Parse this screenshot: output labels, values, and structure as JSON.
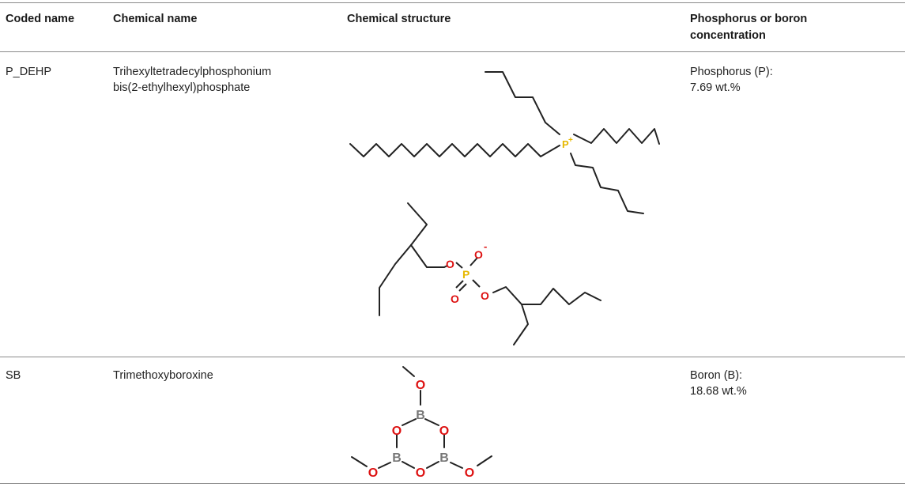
{
  "table": {
    "headers": {
      "coded_name": "Coded name",
      "chemical_name": "Chemical name",
      "chemical_structure": "Chemical structure",
      "concentration_line1": "Phosphorus or boron",
      "concentration_line2": "concentration"
    },
    "rows": [
      {
        "coded_name": "P_DEHP",
        "chemical_name_line1": "Trihexyltetradecylphosphonium",
        "chemical_name_line2": "bis(2-ethylhexyl)phosphate",
        "concentration_line1": "Phosphorus (P):",
        "concentration_line2": "7.69 wt.%"
      },
      {
        "coded_name": "SB",
        "chemical_name_line1": "Trimethoxyboroxine",
        "concentration_line1": "Boron (B):",
        "concentration_line2": "18.68 wt.%"
      }
    ]
  },
  "structures": {
    "cation": {
      "atom": "P",
      "charge": "+"
    },
    "anion": {
      "phosphorus": "P",
      "oxygen": "O",
      "charge": "-"
    },
    "boroxine": {
      "oxygen": "O",
      "boron": "B"
    }
  },
  "colors": {
    "phosphorus": "#e6b800",
    "oxygen": "#dd1111",
    "boron": "#777777",
    "bond": "#222222",
    "rule": "#8a8a8a"
  }
}
